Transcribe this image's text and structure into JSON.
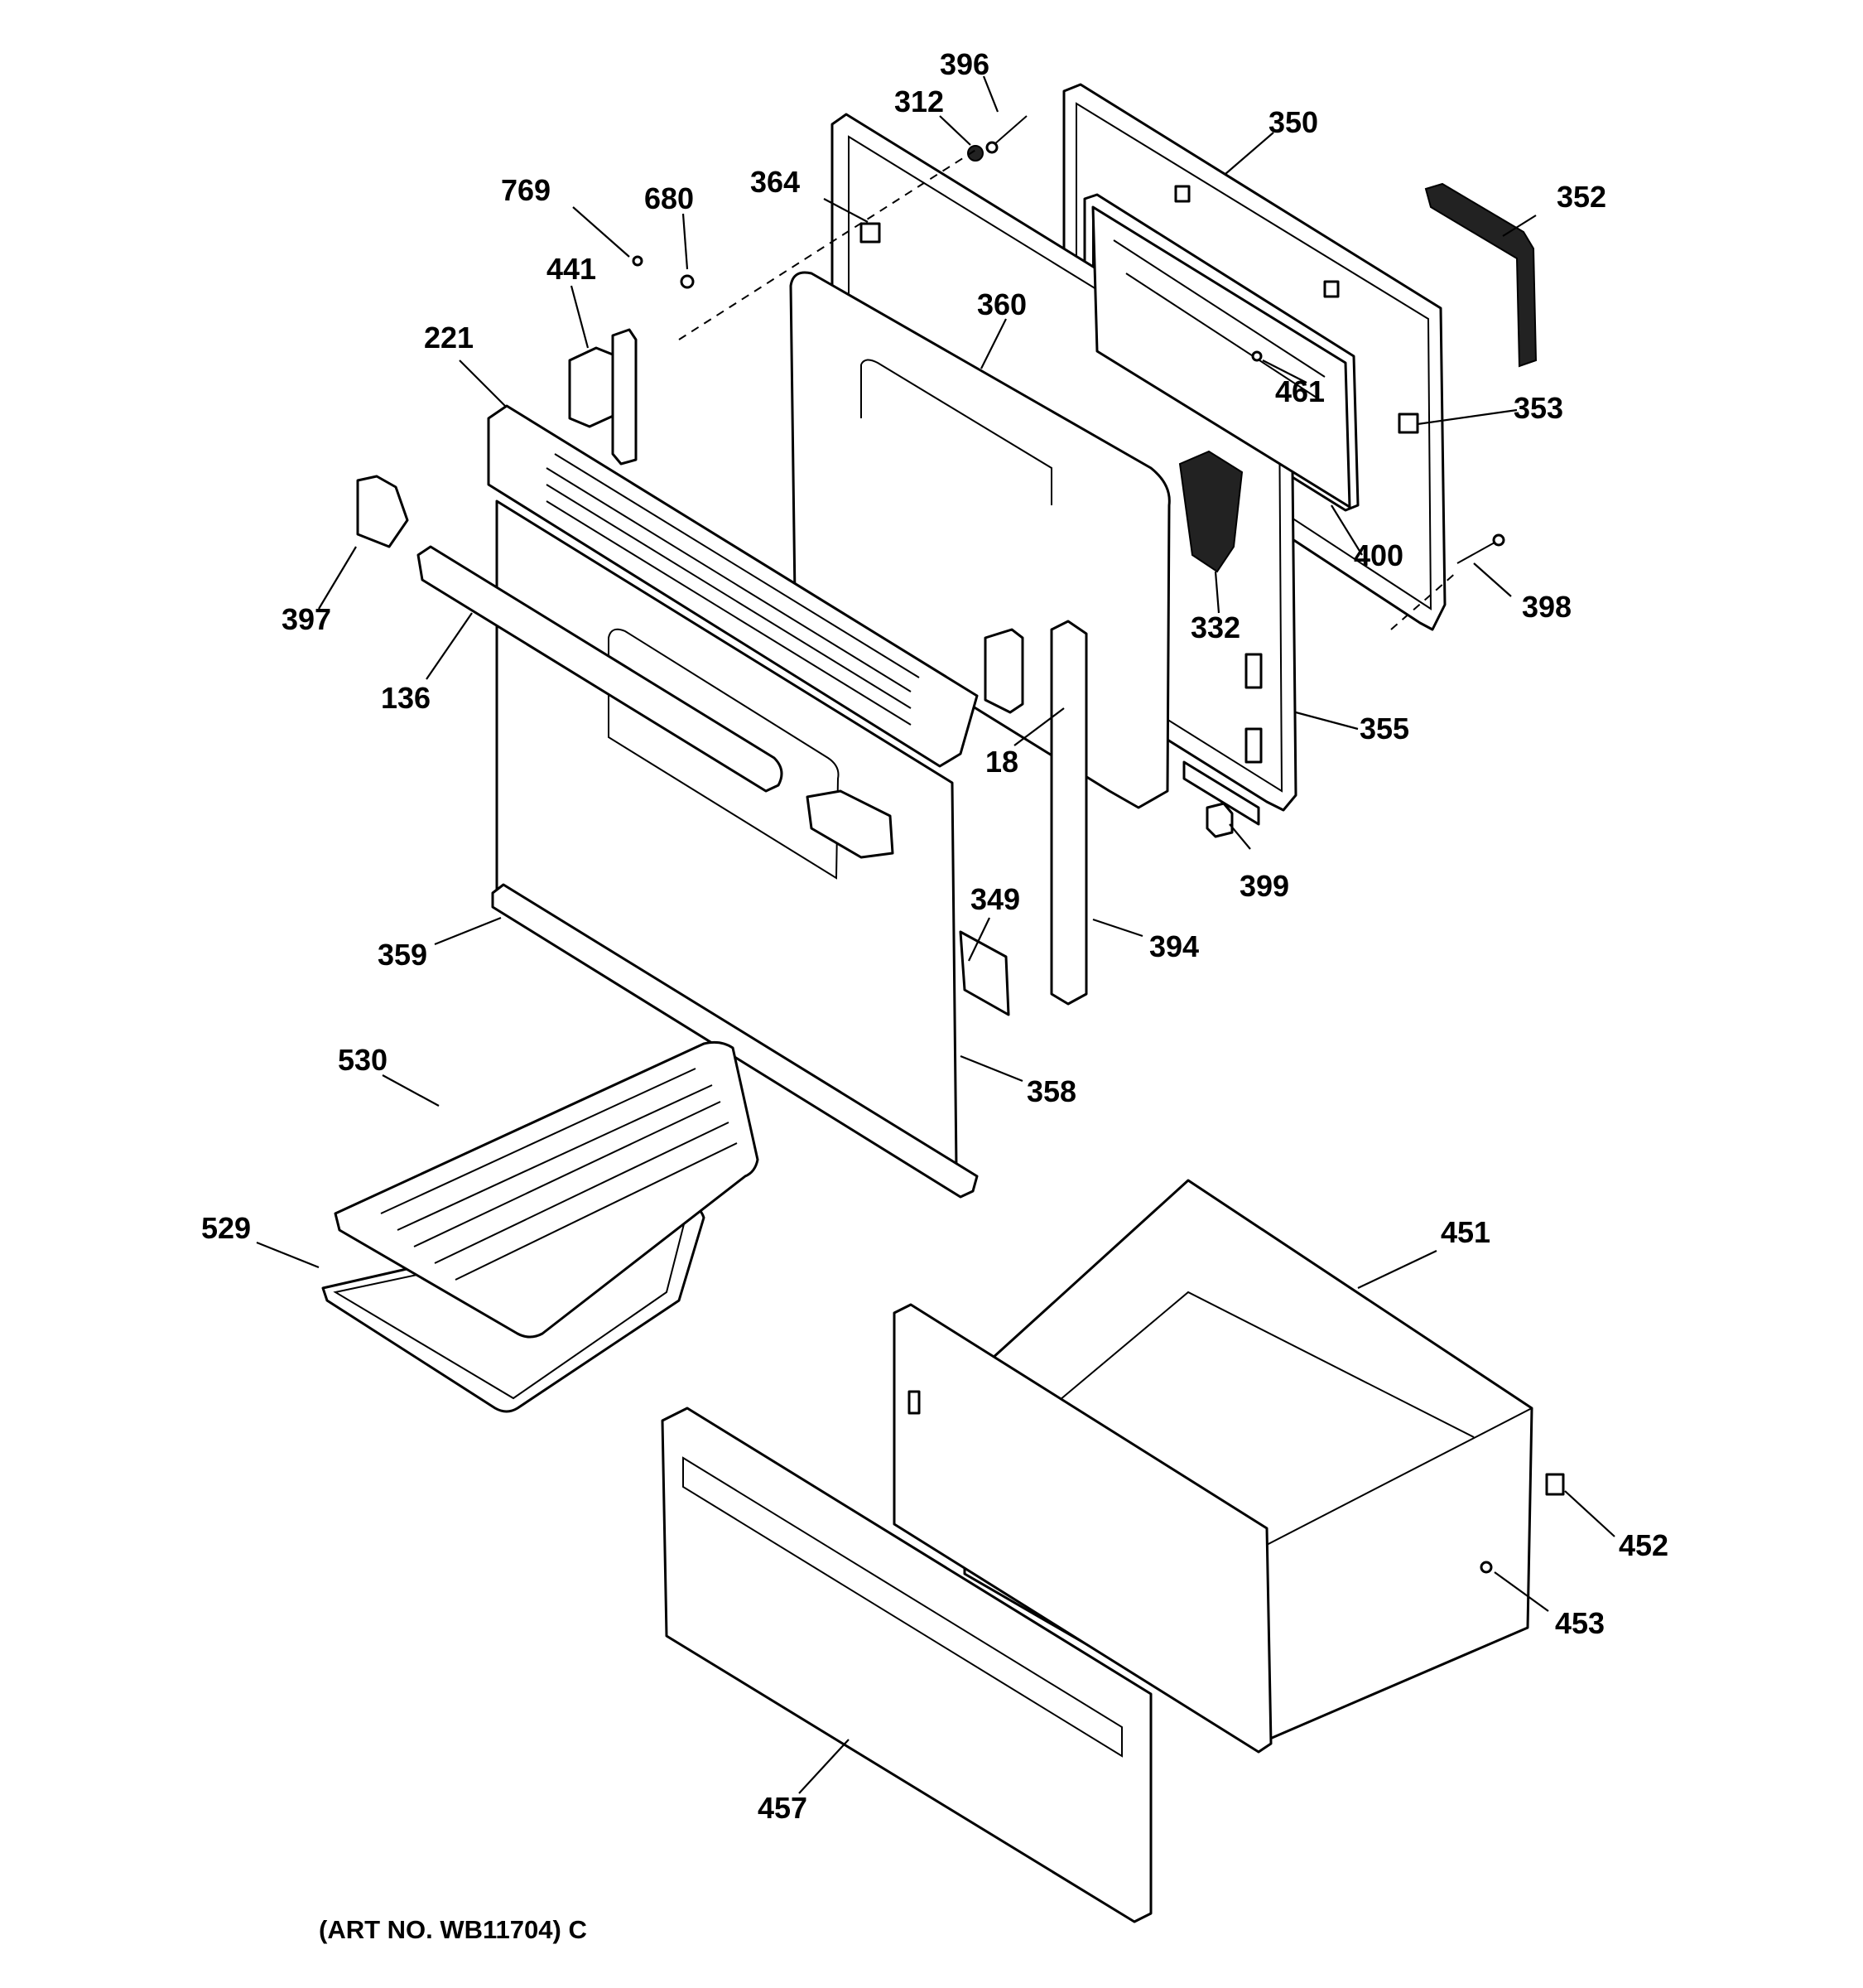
{
  "diagram": {
    "caption": "(ART NO. WB11704) C",
    "part_numbers": {
      "p396": "396",
      "p312": "312",
      "p350": "350",
      "p352": "352",
      "p364": "364",
      "p769": "769",
      "p680": "680",
      "p441": "441",
      "p221": "221",
      "p360": "360",
      "p461": "461",
      "p353": "353",
      "p400": "400",
      "p398": "398",
      "p397": "397",
      "p332": "332",
      "p136": "136",
      "p18": "18",
      "p355": "355",
      "p399": "399",
      "p349": "349",
      "p359": "359",
      "p394": "394",
      "p530": "530",
      "p358": "358",
      "p529": "529",
      "p451": "451",
      "p452": "452",
      "p453": "453",
      "p457": "457"
    }
  }
}
